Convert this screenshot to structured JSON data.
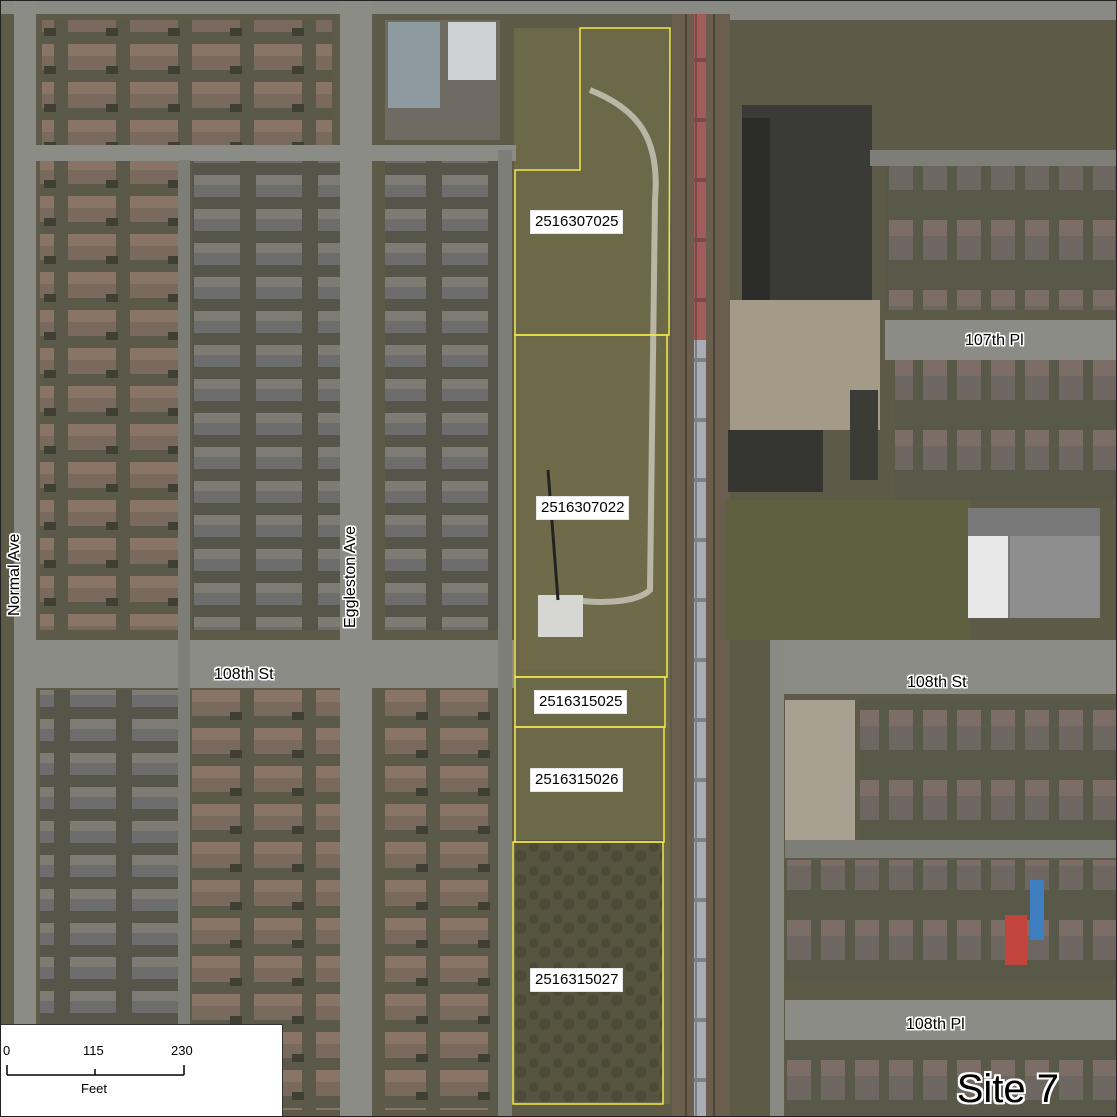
{
  "parcels": [
    {
      "id": "2516307025"
    },
    {
      "id": "2516307022"
    },
    {
      "id": "2516315025"
    },
    {
      "id": "2516315026"
    },
    {
      "id": "2516315027"
    }
  ],
  "streets": {
    "normal_ave": "Normal Ave",
    "eggleston_ave": "Eggleston Ave",
    "st_108_west": "108th St",
    "st_108_east": "108th St",
    "pl_107": "107th Pl",
    "pl_108": "108th Pl"
  },
  "scale_bar": {
    "ticks": [
      "0",
      "115",
      "230"
    ],
    "unit": "Feet"
  },
  "site_label": "Site 7",
  "colors": {
    "parcel_outline": "#f2e84a",
    "label_background": "#ffffff",
    "road": "#8c8c86",
    "vacant_land": "#6e6a4c",
    "tree_canopy": "#4a4a3a",
    "rail_corridor": "#6b6252"
  },
  "icons": {
    "north_arrow": "north-arrow-icon"
  }
}
